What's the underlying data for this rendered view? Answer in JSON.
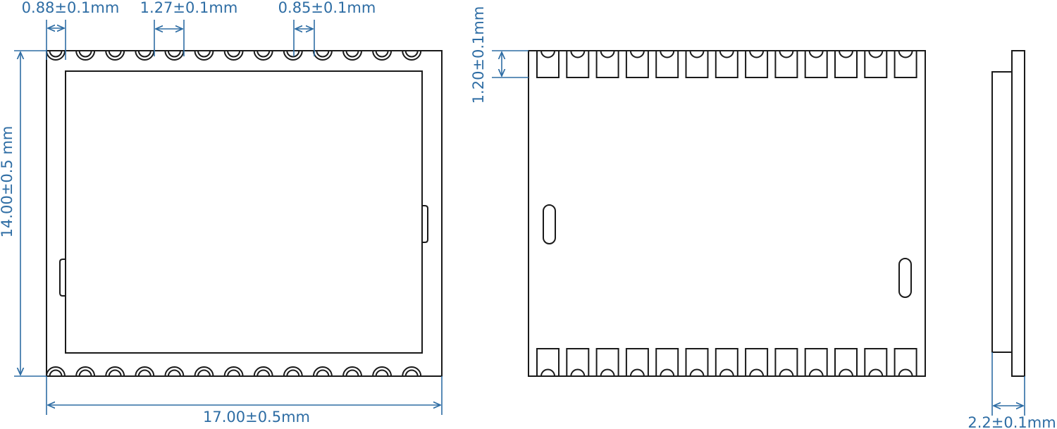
{
  "dimensions": {
    "pad_width_top_left": "0.88±0.1mm",
    "pad_pitch": "1.27±0.1mm",
    "pad_width_top_right": "0.85±0.1mm",
    "module_height": "14.00±0.5 mm",
    "module_width": "17.00±0.5mm",
    "pad_depth": "1.20±0.1mm",
    "module_thickness": "2.2±0.1mm"
  },
  "pad_counts": {
    "top_view_per_edge": 13,
    "bottom_view_per_edge": 13
  },
  "colors": {
    "dimension": "#2e6da4",
    "outline": "#1a1a1a",
    "background": "#ffffff"
  }
}
